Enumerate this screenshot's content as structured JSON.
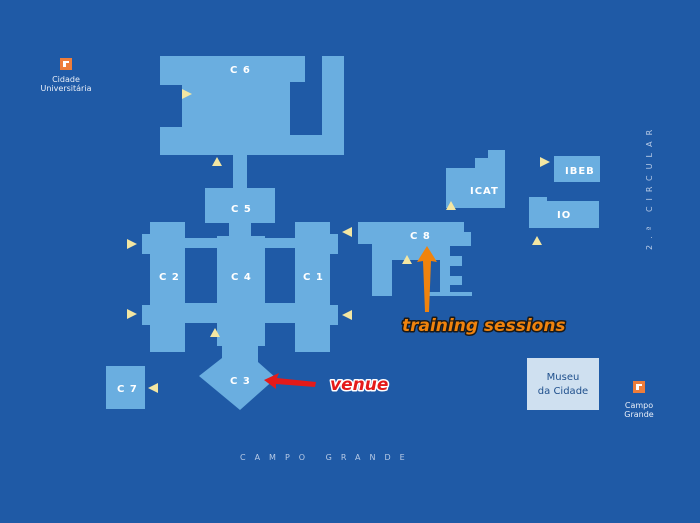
{
  "map": {
    "buildings": {
      "c6": "C 6",
      "c5": "C 5",
      "c4": "C 4",
      "c2": "C 2",
      "c1": "C 1",
      "c3": "C 3",
      "c7": "C 7",
      "c8": "C 8",
      "icat": "ICAT",
      "ibeb": "IBEB",
      "io": "IO",
      "museu_line1": "Museu",
      "museu_line2": "da Cidade"
    },
    "metro": {
      "cidade_line1": "Cidade",
      "cidade_line2": "Universitária",
      "campo_line1": "Campo",
      "campo_line2": "Grande"
    },
    "streets": {
      "bottom": "CAMPO GRANDE",
      "right": "2.ª CIRCULAR"
    },
    "annotations": {
      "venue": "venue",
      "training": "training sessions",
      "venue_color": "#e41a1a",
      "training_color": "#f0830d"
    },
    "colors": {
      "background": "#1f5aa6",
      "building": "#6aaee0",
      "museum": "#cfe0f0",
      "entrance": "#f3e6a2",
      "metro": "#ee7d3a"
    },
    "icons": [
      "metro-icon",
      "entrance-marker"
    ]
  }
}
